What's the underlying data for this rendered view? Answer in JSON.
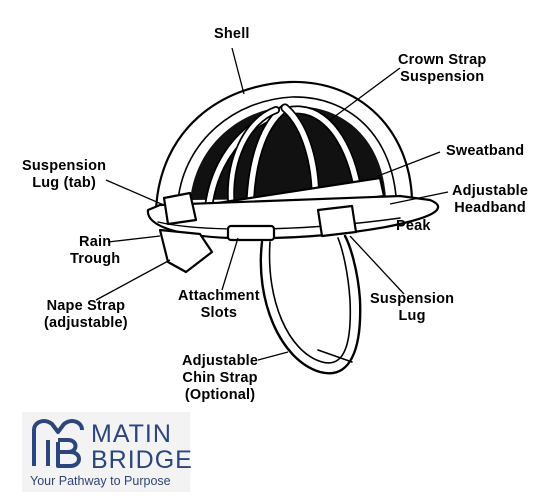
{
  "labels": {
    "shell": [
      "Shell"
    ],
    "crown": [
      "Crown Strap",
      "Suspension"
    ],
    "sweatband": [
      "Sweatband"
    ],
    "headband": [
      "Adjustable",
      "Headband"
    ],
    "peak": [
      "Peak"
    ],
    "tab": [
      "Suspension",
      "Lug (tab)"
    ],
    "trough": [
      "Rain",
      "Trough"
    ],
    "nape": [
      "Nape Strap",
      "(adjustable)"
    ],
    "slots": [
      "Attachment",
      "Slots"
    ],
    "lug": [
      "Suspension",
      "Lug"
    ],
    "chin": [
      "Adjustable",
      "Chin Strap",
      "(Optional)"
    ]
  },
  "logo": {
    "name_line1": "MATIN",
    "name_line2": "BRIDGE",
    "tagline": "Your Pathway to Purpose"
  },
  "colors": {
    "ink": "#000000",
    "background": "#ffffff",
    "brand": "#2d4679",
    "logo_bg": "#f3f3f4"
  }
}
